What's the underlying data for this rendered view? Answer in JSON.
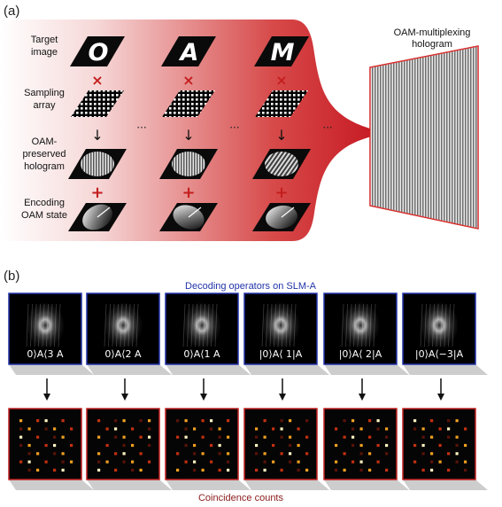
{
  "panel_a": {
    "label": "(a)",
    "row_labels": [
      [
        "Target",
        "image"
      ],
      [
        "Sampling",
        "array"
      ],
      [
        "OAM-",
        "preserved",
        "hologram"
      ],
      [
        "Encoding",
        "OAM state"
      ]
    ],
    "letters": [
      "O",
      "A",
      "M"
    ],
    "operators": [
      "×",
      "↓",
      "+"
    ],
    "ellipsis": "···",
    "hologram_label": [
      "OAM-multiplexing",
      "hologram"
    ],
    "colors": {
      "gradient_start": "#c4141e",
      "gradient_end": "#ffffff",
      "hologram_border": "#d42020"
    }
  },
  "panel_b": {
    "label": "(b)",
    "top_caption": "Decoding operators on SLM-A",
    "bottom_caption": "Coincidence counts",
    "operator_labels": [
      "0⟩A⟨3 A",
      "0⟩A⟨2 A",
      "0⟩A⟨1 A",
      "|0⟩A⟨ 1|A",
      "|0⟩A⟨ 2|A",
      "|0⟩A⟨−3|A"
    ],
    "colors": {
      "decoding_border": "#2233aa",
      "decoding_caption": "#2233aa",
      "counts_border": "#c42020",
      "counts_caption": "#8b1a1a"
    }
  }
}
